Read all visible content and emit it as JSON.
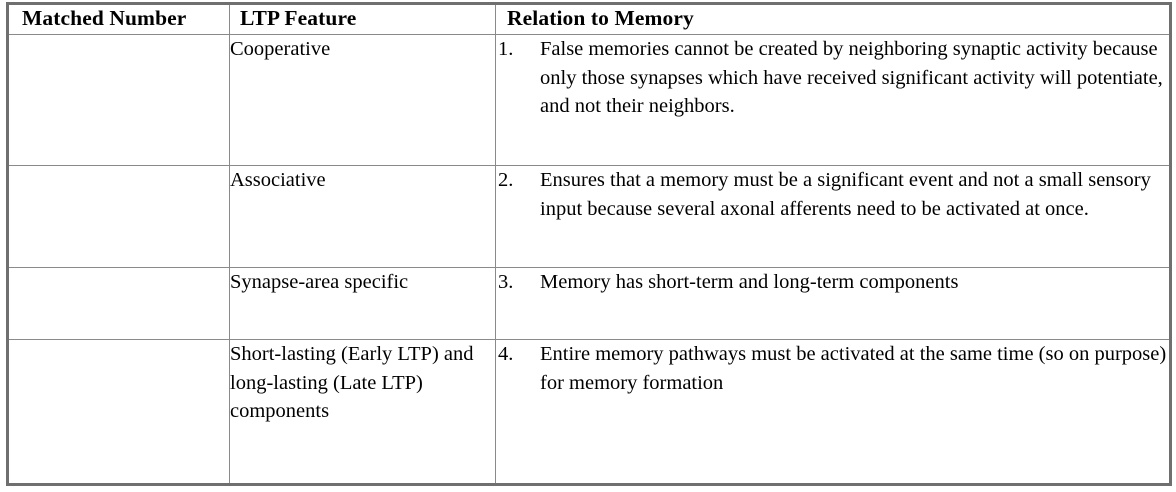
{
  "table": {
    "columns": [
      {
        "id": "matched_number",
        "header": "Matched Number"
      },
      {
        "id": "ltp_feature",
        "header": "LTP Feature"
      },
      {
        "id": "relation_to_memory",
        "header": "Relation to Memory"
      }
    ],
    "rows": [
      {
        "matched_number": "",
        "ltp_feature": "Cooperative",
        "relation_number": "1.",
        "relation_text": "False memories cannot be created by neighboring synaptic activity because only those synapses which have received significant activity will potentiate, and not their neighbors."
      },
      {
        "matched_number": "",
        "ltp_feature": "Associative",
        "relation_number": "2.",
        "relation_text": "Ensures that a memory must be a significant event and not a small sensory input because several axonal afferents need to be activated at once."
      },
      {
        "matched_number": "",
        "ltp_feature": "Synapse-area specific",
        "relation_number": "3.",
        "relation_text": "Memory has short-term and long-term components"
      },
      {
        "matched_number": "",
        "ltp_feature": "Short-lasting (Early LTP) and long-lasting (Late LTP)\ncomponents",
        "relation_number": "4.",
        "relation_text": "Entire memory pathways must be activated at the same time (so on purpose) for memory formation"
      }
    ]
  },
  "style": {
    "page_background": "#ffffff",
    "text_color": "#000000",
    "outer_border_color": "#6f6f6f",
    "inner_border_color": "#8a8a8a"
  }
}
